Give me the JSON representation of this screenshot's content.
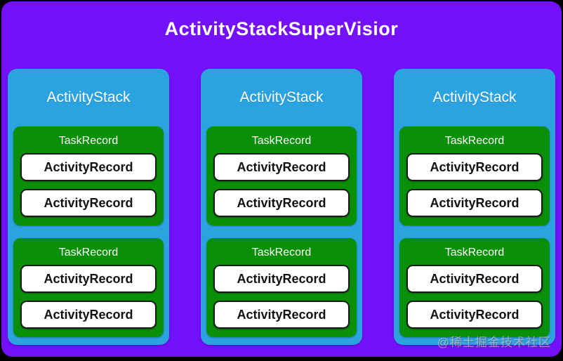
{
  "title": "ActivityStackSuperVisior",
  "stacks": [
    {
      "label": "ActivityStack",
      "tasks": [
        {
          "label": "TaskRecord",
          "records": [
            "ActivityRecord",
            "ActivityRecord"
          ]
        },
        {
          "label": "TaskRecord",
          "records": [
            "ActivityRecord",
            "ActivityRecord"
          ]
        }
      ]
    },
    {
      "label": "ActivityStack",
      "tasks": [
        {
          "label": "TaskRecord",
          "records": [
            "ActivityRecord",
            "ActivityRecord"
          ]
        },
        {
          "label": "TaskRecord",
          "records": [
            "ActivityRecord",
            "ActivityRecord"
          ]
        }
      ]
    },
    {
      "label": "ActivityStack",
      "tasks": [
        {
          "label": "TaskRecord",
          "records": [
            "ActivityRecord",
            "ActivityRecord"
          ]
        },
        {
          "label": "TaskRecord",
          "records": [
            "ActivityRecord",
            "ActivityRecord"
          ]
        }
      ]
    }
  ],
  "watermark": "@稀土掘金技术社区",
  "colors": {
    "background": "#7410FB",
    "stack_fill": "#2BA3E1",
    "task_fill": "#0A9008",
    "record_fill": "#FFFFFF",
    "record_border": "#1A1A1A",
    "heading_text": "#FFFFFF",
    "record_text": "#111111"
  }
}
